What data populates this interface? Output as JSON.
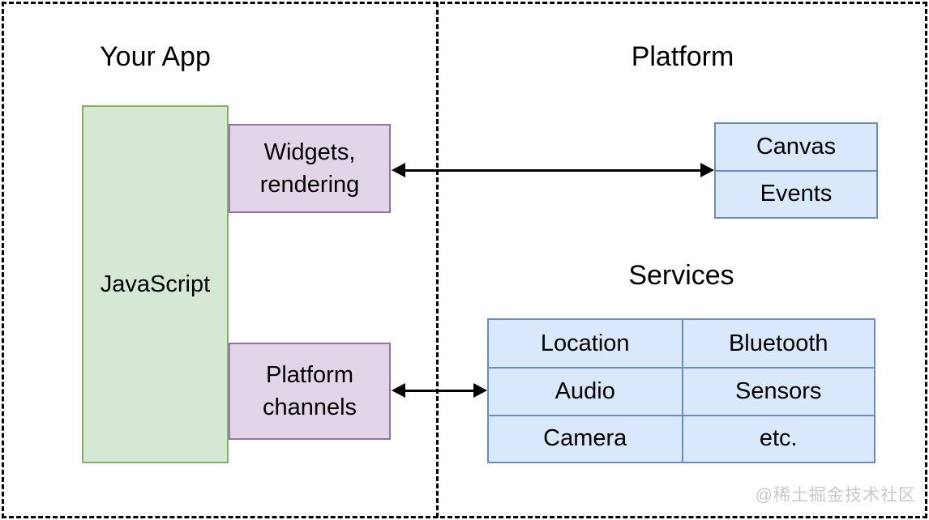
{
  "left_panel": {
    "title": "Your App",
    "javascript_box": {
      "label": "JavaScript"
    },
    "widgets_box": {
      "line1": "Widgets,",
      "line2": "rendering"
    },
    "channels_box": {
      "line1": "Platform",
      "line2": "channels"
    }
  },
  "right_panel": {
    "title": "Platform",
    "canvas_events_box": {
      "rows": [
        "Canvas",
        "Events"
      ]
    },
    "services": {
      "title": "Services",
      "table": {
        "rows": [
          [
            "Location",
            "Bluetooth"
          ],
          [
            "Audio",
            "Sensors"
          ],
          [
            "Camera",
            "etc."
          ]
        ]
      }
    }
  },
  "watermark": "@稀土掘金技术社区",
  "colors": {
    "green_fill": "#d5e8d4",
    "green_stroke": "#82b366",
    "purple_fill": "#e1d5e7",
    "purple_stroke": "#9673a6",
    "blue_fill": "#dae8fc",
    "blue_stroke": "#6c8ebf",
    "line": "#000000",
    "watermark": "#c9c9c9"
  }
}
